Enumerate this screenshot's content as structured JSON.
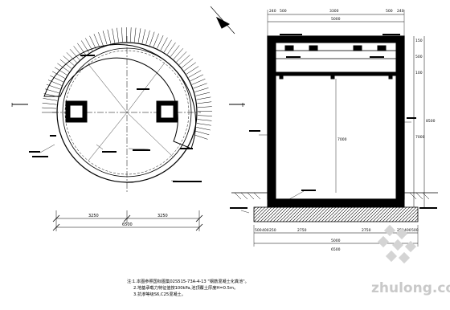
{
  "drawing": {
    "plan": {
      "section_mark_left": "I",
      "section_mark_right": "I",
      "overall_width": "6500",
      "half_left": "3250",
      "half_right": "3250"
    },
    "section": {
      "top_dims": [
        "240",
        "500",
        "3300",
        "500",
        "240"
      ],
      "bottom_dims": [
        "500",
        "400",
        "250",
        "2750",
        "2750",
        "250",
        "400",
        "500"
      ],
      "total_width": "5000",
      "bottom_total": "6500",
      "right_dims": [
        "150",
        "500",
        "100",
        "7000",
        "8500"
      ],
      "inner_height": "7000"
    },
    "notes": {
      "line1": "注:1.本图参照国标图集02S515-73A-4-13 \"钢筋混凝土化粪池\"。",
      "line2": "2.地基承载力特征值按100kPa,池顶覆土厚度H=0.5m。",
      "line3": "3.抗渗等级S6,C25混凝土。"
    }
  },
  "watermark": {
    "brand": "zhulong.com"
  }
}
